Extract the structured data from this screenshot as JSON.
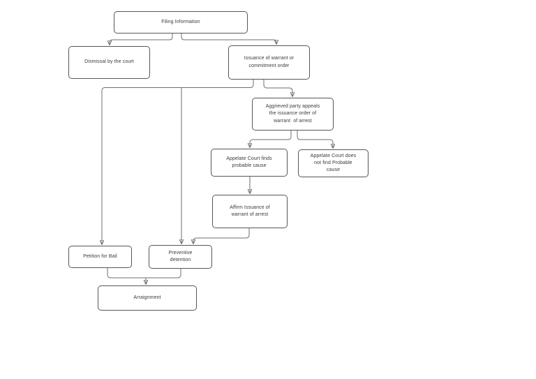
{
  "diagram": {
    "type": "flowchart",
    "background": "#ffffff",
    "colors": {
      "node_border": "#565656",
      "node_fill": "#ffffff",
      "connector": "#6e6e6e",
      "arrowhead": "#3f3f3f",
      "text": "#3a3a3a"
    },
    "nodes": {
      "filing": {
        "label": "Filing Information"
      },
      "dismissal": {
        "label": "Dismissal by the court"
      },
      "issuance": {
        "label": "Issuance of warrant or\ncommitment order"
      },
      "aggrieved": {
        "label": "Aggrieved party appeals\nthe issuance order of\nwarrant  of arrest"
      },
      "finds": {
        "label": "Appelate Court finds\nprobable cause"
      },
      "notfind": {
        "label": "Appelate Court does\nnot find Probable\ncause"
      },
      "affirm": {
        "label": "Affirm Issuance of\nwarrant of arrest"
      },
      "petition": {
        "label": "Petition for Bail"
      },
      "preventive": {
        "label": "Preventive\ndetention"
      },
      "arraignment": {
        "label": "Arraignment"
      }
    },
    "edges": [
      {
        "from": "filing",
        "to": "dismissal"
      },
      {
        "from": "filing",
        "to": "issuance"
      },
      {
        "from": "issuance",
        "to": "petition"
      },
      {
        "from": "issuance",
        "to": "preventive"
      },
      {
        "from": "issuance",
        "to": "aggrieved"
      },
      {
        "from": "aggrieved",
        "to": "finds"
      },
      {
        "from": "aggrieved",
        "to": "notfind"
      },
      {
        "from": "finds",
        "to": "affirm"
      },
      {
        "from": "affirm",
        "to": "preventive"
      },
      {
        "from": "petition",
        "to": "arraignment"
      },
      {
        "from": "preventive",
        "to": "arraignment"
      }
    ]
  }
}
